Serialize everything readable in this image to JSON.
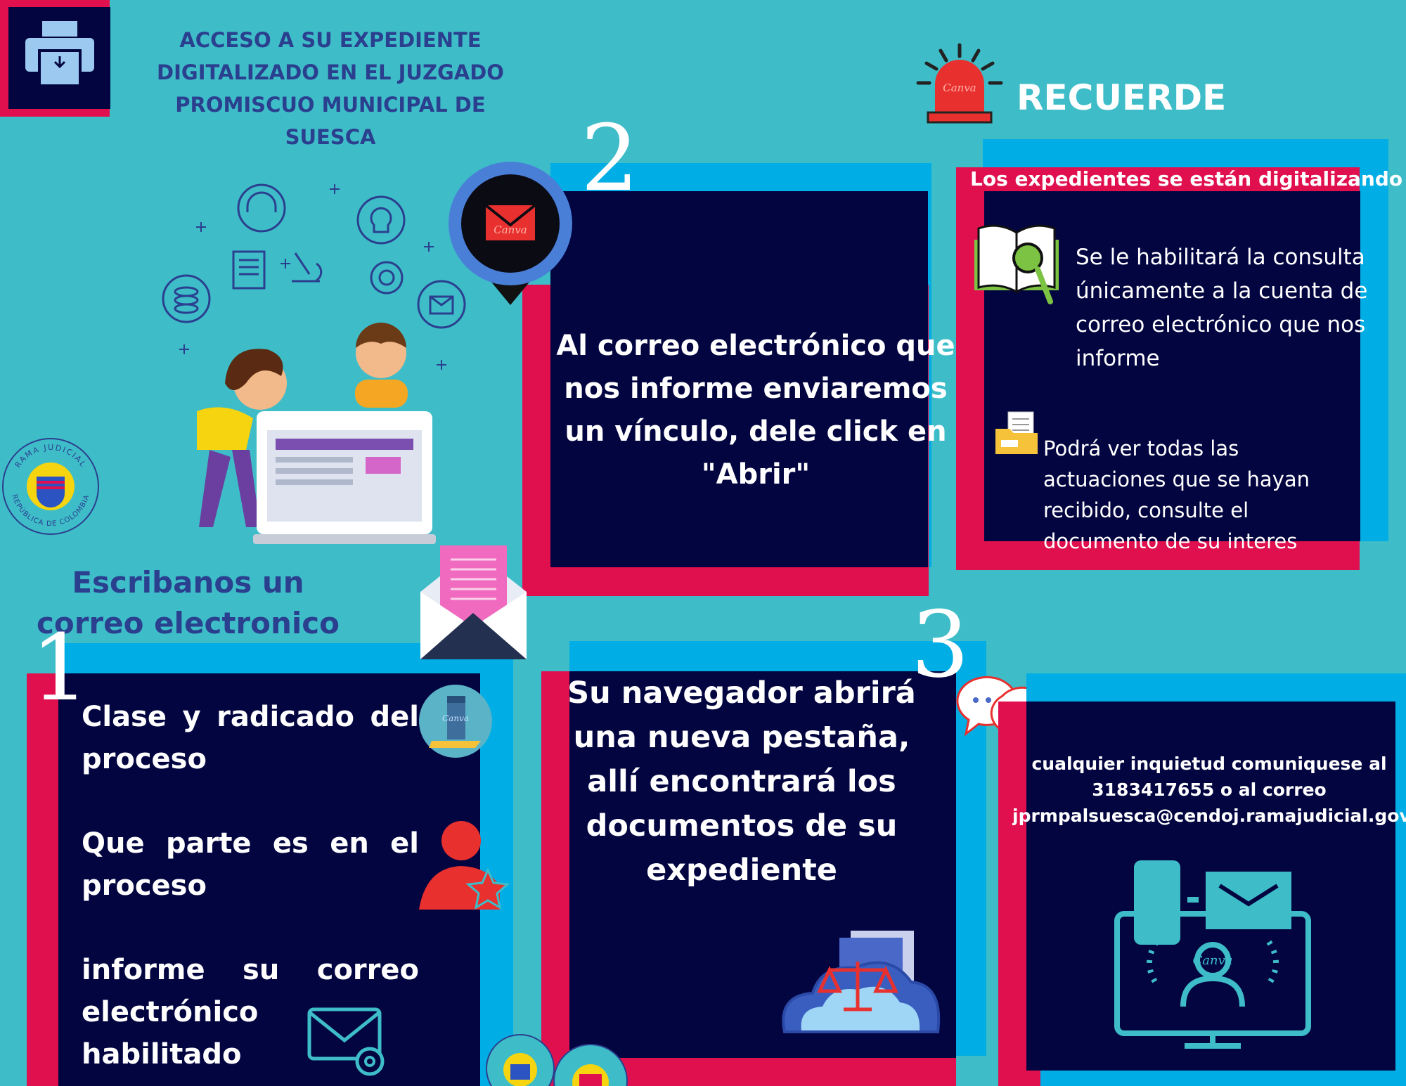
{
  "header": {
    "title_lines": [
      "ACCESO A SU EXPEDIENTE",
      "DIGITALIZADO EN EL JUZGADO",
      "PROMISCUO MUNICIPAL DE",
      "SUESCA"
    ]
  },
  "recuerde": {
    "label": "RECUERDE",
    "heading": "Los expedientes  se están digitalizando",
    "item1": "Se le habilitará la consulta únicamente a la cuenta de correo electrónico que nos informe",
    "item2": "Podrá ver todas las actuaciones que se hayan recibido, consulte el documento de su interes"
  },
  "step1": {
    "number": "1",
    "title": "Escribanos un correo electronico",
    "item1": "Clase y radicado del proceso",
    "item2": "Que parte es en el proceso",
    "item3": "informe su correo electrónico habilitado"
  },
  "step2": {
    "number": "2",
    "text": "Al correo electrónico que nos informe enviaremos un vínculo, dele click en \"Abrir\""
  },
  "step3": {
    "number": "3",
    "text": "Su navegador abrirá una nueva pestaña, allí encontrará los documentos de su expediente"
  },
  "contact": {
    "line1": "cualquier inquietud comuniquese al",
    "line2": "3183417655 o al correo",
    "line3": "jprmpalsuesca@cendoj.ramajudicial.gov.co"
  },
  "seal": {
    "top_text": "RAMA JUDICIAL",
    "bottom_text": "REPÚBLICA DE COLOMBIA"
  },
  "icon_watermark": "Canva",
  "colors": {
    "background": "#3ebdc8",
    "navy": "#030541",
    "blue": "#00ade4",
    "red": "#e0104e",
    "title": "#2b3f8f"
  },
  "icons": [
    "printer-icon",
    "alarm-light-icon",
    "mail-pin-icon",
    "book-search-icon",
    "folder-icon",
    "envelope-letter-icon",
    "binder-icon",
    "user-star-icon",
    "email-at-icon",
    "cloud-law-icon",
    "chat-bubbles-icon",
    "devices-contact-icon",
    "seal-logo"
  ]
}
